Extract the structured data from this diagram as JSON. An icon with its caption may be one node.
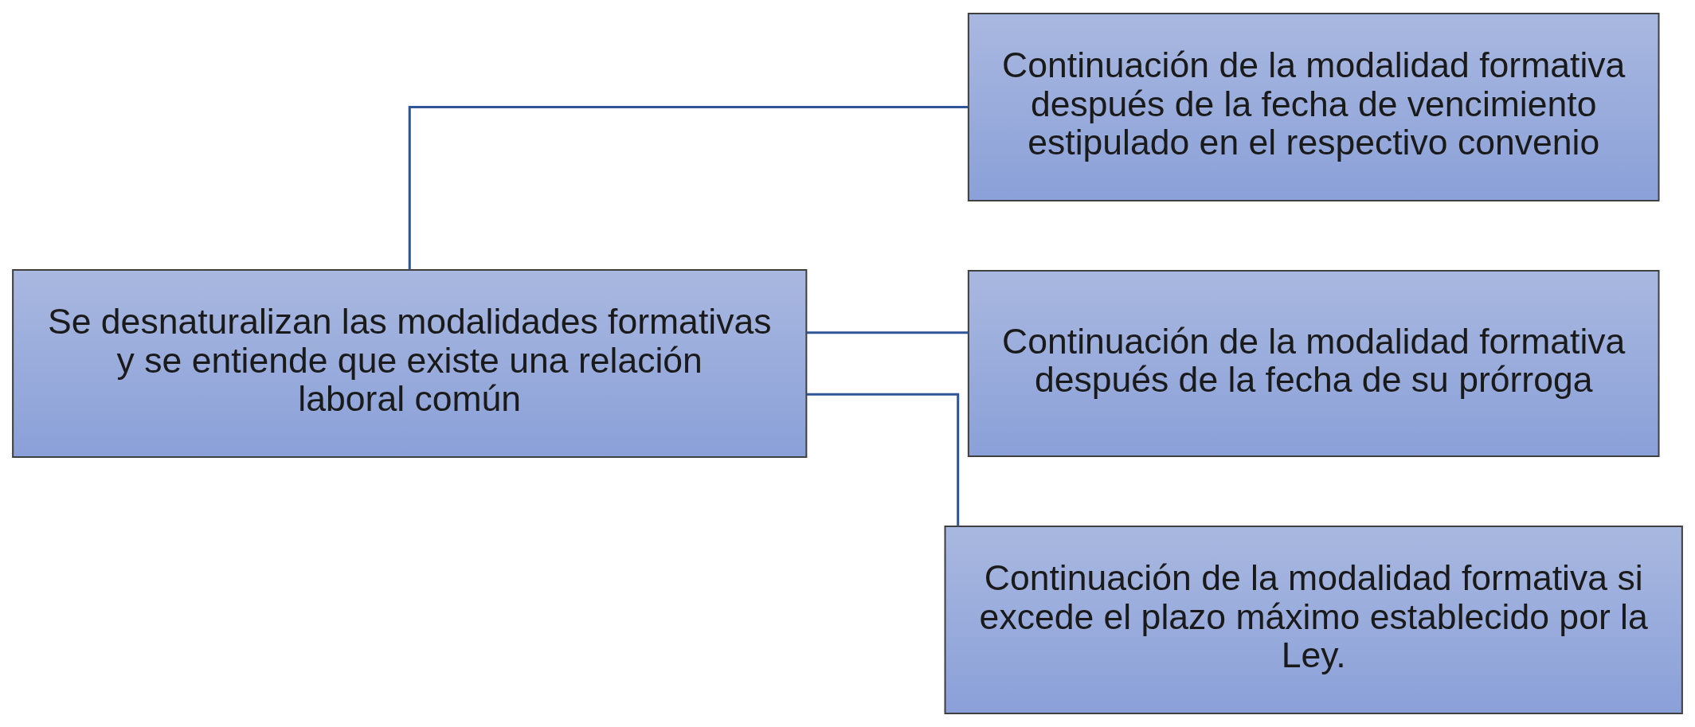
{
  "diagram": {
    "nodes": [
      {
        "text": [
          "Se desnaturalizan las modalidades formativas y se entiende que existe una relación laboral común"
        ]
      },
      {
        "text": [
          "Continuación de la modalidad formativa después de la fecha de vencimiento estipulado en el respectivo convenio"
        ]
      },
      {
        "text": [
          "Continuación de la modalidad formativa después de la fecha de su prórroga"
        ]
      },
      {
        "text": [
          "Continuación de la modalidad formativa si excede el plazo máximo establecido por la Ley."
        ]
      }
    ],
    "edges": [
      {
        "from": 0,
        "to": 1,
        "arrow": "none"
      },
      {
        "from": 0,
        "to": 2,
        "arrow": "none"
      },
      {
        "from": 0,
        "to": 3,
        "arrow": "none"
      }
    ]
  }
}
